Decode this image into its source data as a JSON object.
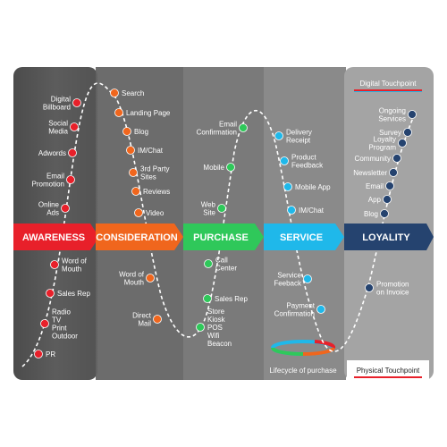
{
  "stages": [
    {
      "label": "AWARENESS",
      "color": "#e8202a"
    },
    {
      "label": "CONSIDERATION",
      "color": "#f0661d"
    },
    {
      "label": "PURCHASE",
      "color": "#2fc85a"
    },
    {
      "label": "SERVICE",
      "color": "#1fb8ea"
    },
    {
      "label": "LOYALITY",
      "color": "#25436f"
    }
  ],
  "legend": {
    "digital_touchpoint": "Digital Touchpoint",
    "physical_touchpoint": "Physical Touchpoint",
    "lifecycle": "Lifecycle of purchase"
  },
  "digital": {
    "awareness": [
      {
        "lines": [
          "Digital",
          "Billboard"
        ]
      },
      {
        "lines": [
          "Social",
          "Media"
        ]
      },
      {
        "lines": [
          "Adwords"
        ]
      },
      {
        "lines": [
          "Email",
          "Promotion"
        ]
      },
      {
        "lines": [
          "Online",
          "Ads"
        ]
      }
    ],
    "consideration": [
      {
        "lines": [
          "Search"
        ]
      },
      {
        "lines": [
          "Landing Page"
        ]
      },
      {
        "lines": [
          "Blog"
        ]
      },
      {
        "lines": [
          "IM/Chat"
        ]
      },
      {
        "lines": [
          "3rd Party",
          "Sites"
        ]
      },
      {
        "lines": [
          "Reviews"
        ]
      },
      {
        "lines": [
          "Video"
        ]
      }
    ],
    "purchase": [
      {
        "lines": [
          "Email",
          "Confirmation"
        ]
      },
      {
        "lines": [
          "Mobile"
        ]
      },
      {
        "lines": [
          "Web",
          "Site"
        ]
      }
    ],
    "service": [
      {
        "lines": [
          "Delivery",
          "Receipt"
        ]
      },
      {
        "lines": [
          "Product",
          "Feedback"
        ]
      },
      {
        "lines": [
          "Mobile App"
        ]
      },
      {
        "lines": [
          "IM/Chat"
        ]
      }
    ],
    "loyality": [
      {
        "lines": [
          "Ongoing",
          "Services"
        ]
      },
      {
        "lines": [
          "Survey"
        ]
      },
      {
        "lines": [
          "Loyalty",
          "Program"
        ]
      },
      {
        "lines": [
          "Community"
        ]
      },
      {
        "lines": [
          "Newsletter"
        ]
      },
      {
        "lines": [
          "Email"
        ]
      },
      {
        "lines": [
          "App"
        ]
      },
      {
        "lines": [
          "Blog"
        ]
      }
    ]
  },
  "physical": {
    "awareness": [
      {
        "lines": [
          "Word of",
          "Mouth"
        ]
      },
      {
        "lines": [
          "Sales Rep"
        ]
      },
      {
        "lines": [
          "Radio",
          "TV",
          "Print",
          "Outdoor"
        ]
      },
      {
        "lines": [
          "PR"
        ]
      }
    ],
    "consideration": [
      {
        "lines": [
          "Word of",
          "Mouth"
        ]
      },
      {
        "lines": [
          "Direct",
          "Mail"
        ]
      }
    ],
    "purchase": [
      {
        "lines": [
          "Call",
          "Center"
        ]
      },
      {
        "lines": [
          "Sales Rep"
        ]
      },
      {
        "lines": [
          "Store",
          "Kiosk",
          "POS",
          "Wifi",
          "Beacon"
        ]
      }
    ],
    "service": [
      {
        "lines": [
          "Service",
          "Feeback"
        ]
      },
      {
        "lines": [
          "Payment",
          "Confirmation"
        ]
      }
    ],
    "loyality": [
      {
        "lines": [
          "Promotion",
          "on Invoice"
        ]
      }
    ]
  }
}
